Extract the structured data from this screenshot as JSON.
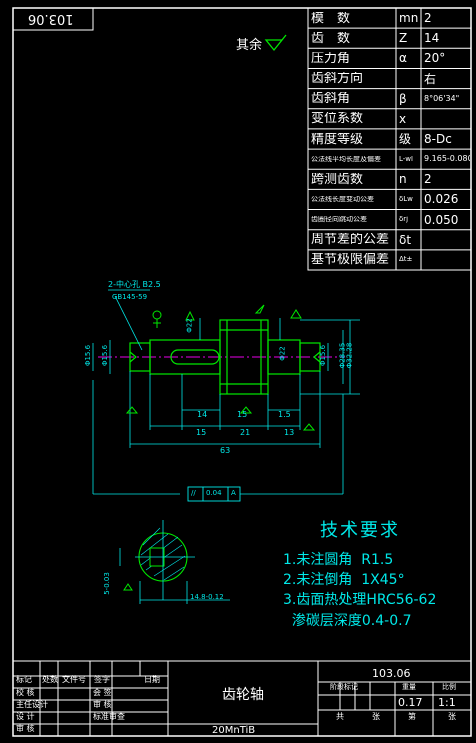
{
  "corner_code": "103.06",
  "surface_roughness_note": "其余",
  "param_table": {
    "rows": [
      {
        "name": "模　数",
        "symbol": "mn",
        "value": "2"
      },
      {
        "name": "齿　数",
        "symbol": "Z",
        "value": "14"
      },
      {
        "name": "压力角",
        "symbol": "α",
        "value": "20°"
      },
      {
        "name": "齿斜方向",
        "symbol": "",
        "value": "右"
      },
      {
        "name": "齿斜角",
        "symbol": "β",
        "value": "8°06'34\""
      },
      {
        "name": "变位系数",
        "symbol": "x",
        "value": ""
      },
      {
        "name": "精度等级",
        "symbol": "级",
        "value": "8-Dc"
      },
      {
        "name": "公法线平均长度及偏差",
        "symbol": "L-wl",
        "value": "9.165-0.080"
      },
      {
        "name": "跨测齿数",
        "symbol": "n",
        "value": "2"
      },
      {
        "name": "公法线长度变动公差",
        "symbol": "δLw",
        "value": "0.026"
      },
      {
        "name": "齿圈径向跳动公差",
        "symbol": "δrj",
        "value": "0.050"
      },
      {
        "name": "周节差的公差",
        "symbol": "δt",
        "value": ""
      },
      {
        "name": "基节极限偏差",
        "symbol": "Δt±",
        "value": ""
      }
    ]
  },
  "drawing": {
    "center_hole_label": "2-中心孔 B2.5",
    "standard_label": "GB145-59",
    "dia_labels": [
      "Φ22",
      "Φ22",
      "Φ15.6",
      "Φ15.6",
      "Φ28.35",
      "Φ32.28",
      "Φ15.6"
    ],
    "dims": {
      "d14": "14",
      "d15a": "15",
      "d15b": "1.5",
      "d15c": "15",
      "d21": "21",
      "d13": "13",
      "d63": "63"
    },
    "tolerance_frame": [
      "//",
      "0.04",
      "A"
    ],
    "keyway_dim": "14.8-0.12",
    "keyway_dim2": "5-0.03"
  },
  "tech_req": {
    "title": "技术要求",
    "items": [
      "1.未注圆角  R1.5",
      "2.未注倒角  1X45°",
      "3.齿面热处理HRC56-62",
      "  渗碳层深度0.4-0.7"
    ]
  },
  "title_block": {
    "part_name": "齿轮轴",
    "material": "20MnTiB",
    "drawing_no": "103.06",
    "weight": "0.17",
    "scale": "1:1",
    "left_labels": [
      "标记",
      "处数",
      "文件号",
      "签字",
      "日期"
    ],
    "roles": [
      "校 核",
      "主任设计",
      "设 计",
      "审 核"
    ],
    "role_sigs": [
      "会 签",
      "审 核",
      "标准审查"
    ],
    "small_labels": [
      "阶段标记",
      "重量",
      "比例"
    ],
    "sheet_labels": [
      "共",
      "张",
      "第",
      "张"
    ]
  },
  "colors": {
    "border": "#ffffff",
    "cyan": "#00e8e8",
    "yellow": "#e8e800",
    "green": "#00e800",
    "magenta": "#e800e8"
  }
}
